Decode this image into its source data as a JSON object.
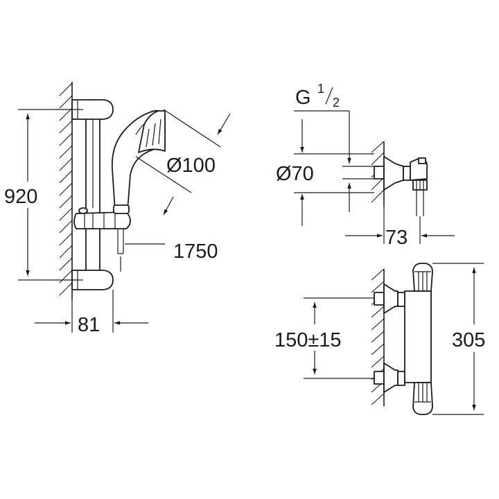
{
  "dimensions": {
    "rail_height": "920",
    "handshower_diameter": "Ø100",
    "hose_length": "1750",
    "rail_projection": "81",
    "thread": "G",
    "thread_fraction_num": "1",
    "thread_fraction_den": "2",
    "cover_diameter": "Ø70",
    "mixer_projection": "73",
    "connection_spacing": "150±15",
    "mixer_length": "305"
  },
  "icons": {
    "shower_rail": "shower-rail-set-icon",
    "mixer_side": "thermostat-side-view-icon",
    "mixer_front": "thermostat-front-view-icon"
  },
  "colors": {
    "line": "#1a1a1a",
    "background": "#ffffff"
  }
}
